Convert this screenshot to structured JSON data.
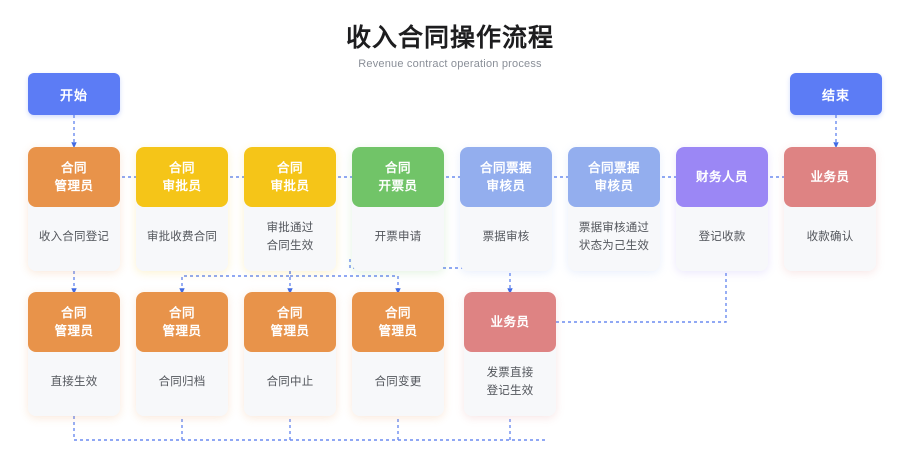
{
  "header": {
    "title": "收入合同操作流程",
    "subtitle": "Revenue contract operation process"
  },
  "colors": {
    "terminator": "#5c7cf5",
    "orange": "#e8934a",
    "yellow": "#f5c518",
    "green": "#71c468",
    "blue": "#93aeee",
    "purple": "#9b87f5",
    "red": "#de8383",
    "connector": "#6b8cf0",
    "card_body_bg": "#f7f8fa",
    "page_bg": "#ffffff"
  },
  "terminators": [
    {
      "id": "start",
      "label": "开始"
    },
    {
      "id": "end",
      "label": "结束"
    }
  ],
  "top_row": [
    {
      "id": "n1",
      "role": [
        "合同",
        "管理员"
      ],
      "action": [
        "收入合同登记"
      ],
      "color": "orange"
    },
    {
      "id": "n2",
      "role": [
        "合同",
        "审批员"
      ],
      "action": [
        "审批收费合同"
      ],
      "color": "yellow"
    },
    {
      "id": "n3",
      "role": [
        "合同",
        "审批员"
      ],
      "action": [
        "审批通过",
        "合同生效"
      ],
      "color": "yellow"
    },
    {
      "id": "n4",
      "role": [
        "合同",
        "开票员"
      ],
      "action": [
        "开票申请"
      ],
      "color": "green"
    },
    {
      "id": "n5",
      "role": [
        "合同票据",
        "审核员"
      ],
      "action": [
        "票据审核"
      ],
      "color": "blue"
    },
    {
      "id": "n6",
      "role": [
        "合同票据",
        "审核员"
      ],
      "action": [
        "票据审核通过",
        "状态为己生效"
      ],
      "color": "blue"
    },
    {
      "id": "n7",
      "role": [
        "财务人员"
      ],
      "action": [
        "登记收款"
      ],
      "color": "purple"
    },
    {
      "id": "n8",
      "role": [
        "业务员"
      ],
      "action": [
        "收款确认"
      ],
      "color": "red"
    }
  ],
  "bottom_row": [
    {
      "id": "b1",
      "role": [
        "合同",
        "管理员"
      ],
      "action": [
        "直接生效"
      ],
      "color": "orange"
    },
    {
      "id": "b2",
      "role": [
        "合同",
        "管理员"
      ],
      "action": [
        "合同归档"
      ],
      "color": "orange"
    },
    {
      "id": "b3",
      "role": [
        "合同",
        "管理员"
      ],
      "action": [
        "合同中止"
      ],
      "color": "orange"
    },
    {
      "id": "b4",
      "role": [
        "合同",
        "管理员"
      ],
      "action": [
        "合同变更"
      ],
      "color": "orange"
    },
    {
      "id": "b5",
      "role": [
        "业务员"
      ],
      "action": [
        "发票直接",
        "登记生效"
      ],
      "color": "red"
    }
  ]
}
